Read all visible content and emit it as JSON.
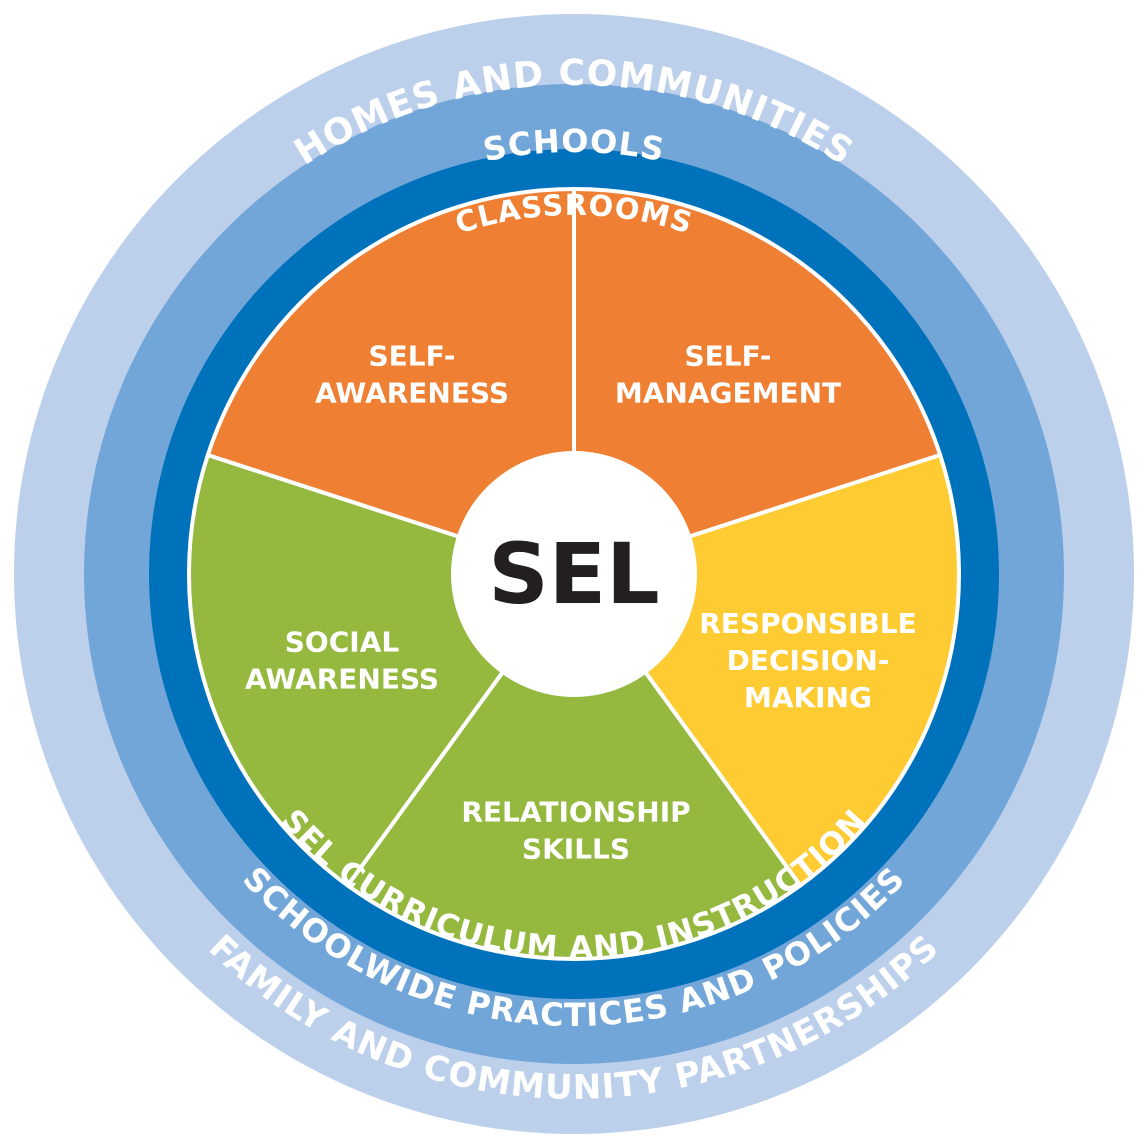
{
  "rings": {
    "outer": {
      "color": "#bcd0ec",
      "top_label": "HOMES AND COMMUNITIES",
      "bottom_label": "FAMILY AND COMMUNITY PARTNERSHIPS"
    },
    "middle": {
      "color": "#72a6d8",
      "top_label": "SCHOOLS",
      "bottom_label": "SCHOOLWIDE PRACTICES AND POLICIES"
    },
    "inner": {
      "color": "#0072bc",
      "top_label": "CLASSROOMS",
      "bottom_label": "SEL CURRICULUM AND INSTRUCTION"
    }
  },
  "segments": [
    {
      "id": "self-management",
      "lines": [
        "SELF-",
        "MANAGEMENT"
      ],
      "color": "#ef7f33"
    },
    {
      "id": "responsible-decision-making",
      "lines": [
        "RESPONSIBLE",
        "DECISION-",
        "MAKING"
      ],
      "color": "#fecc32"
    },
    {
      "id": "relationship-skills",
      "lines": [
        "RELATIONSHIP",
        "SKILLS"
      ],
      "color": "#95b83f"
    },
    {
      "id": "social-awareness",
      "lines": [
        "SOCIAL",
        "AWARENESS"
      ],
      "color": "#95b83f"
    },
    {
      "id": "self-awareness",
      "lines": [
        "SELF-",
        "AWARENESS"
      ],
      "color": "#ef7f33"
    }
  ],
  "center": {
    "label": "SEL",
    "color": "#ffffff"
  }
}
